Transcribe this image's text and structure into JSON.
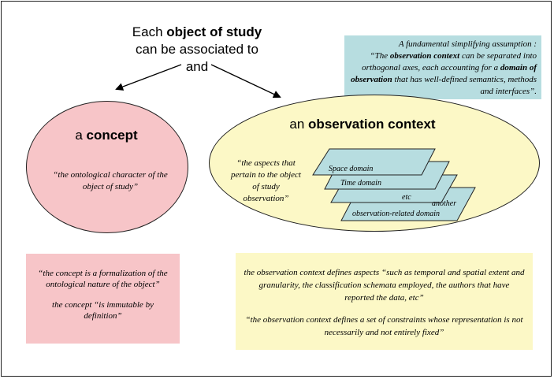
{
  "title": {
    "line1_pre": "Each ",
    "line1_bold": "object of study",
    "line2": "can be associated to",
    "line3": "and"
  },
  "assumption": {
    "lead": "A fundamental simplifying assumption :",
    "text_pre": "“The ",
    "bold1": "observation context",
    "text_mid": " can be separated into orthogonal axes, each accounting for a ",
    "bold2": "domain of observation",
    "text_post": " that has well-defined semantics, methods and interfaces”."
  },
  "concept": {
    "title_pre": "a ",
    "title_bold": "concept",
    "quote": "“the ontological character of the object of study”"
  },
  "observation": {
    "title_pre": "an ",
    "title_bold": "observation context",
    "quote": "“the aspects that pertain to the object of study observation”",
    "domains": {
      "space": "Space domain",
      "time": "Time domain",
      "etc": "etc",
      "another": "another",
      "other": "observation-related domain"
    }
  },
  "concept_box": {
    "p1": "“the concept is a formalization of the ontological nature of the object”",
    "p2": "the concept “is immutable by definition”"
  },
  "observation_box": {
    "p1": "the observation context defines aspects “such as temporal and spatial extent and granularity, the classification schemata employed, the authors that have reported the data, etc”",
    "p2": "“the observation context defines a set of constraints whose representation is not necessarily and not entirely fixed”"
  },
  "colors": {
    "pink": "#f7c5c8",
    "yellow": "#fcf8c6",
    "teal": "#b7dde0",
    "plane": "#b7dde0"
  }
}
